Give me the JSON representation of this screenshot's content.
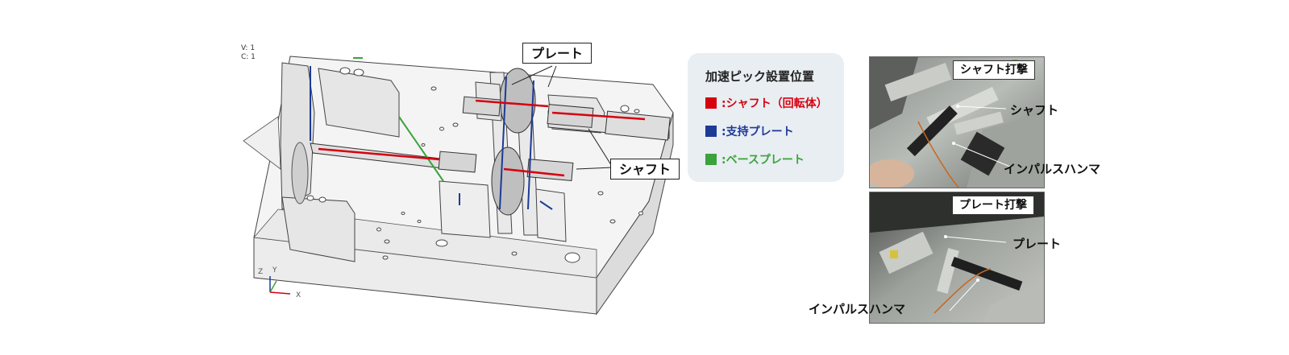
{
  "viewer": {
    "v_label": "V: 1",
    "c_label": "C: 1"
  },
  "axes": {
    "z": "Z",
    "y": "Y",
    "x": "X"
  },
  "callouts": {
    "plate": "プレート",
    "shaft": "シャフト"
  },
  "legend": {
    "title": "加速ピック設置位置",
    "items": [
      {
        "label": ":シャフト（回転体）",
        "color": "#d7000f"
      },
      {
        "label": ":支持プレート",
        "color": "#1d3a96"
      },
      {
        "label": ":ベースプレート",
        "color": "#3aa33a"
      }
    ]
  },
  "photo_top": {
    "title": "シャフト打撃",
    "label_shaft": "シャフト",
    "label_hammer": "インパルスハンマ"
  },
  "photo_bottom": {
    "title": "プレート打撃",
    "label_plate": "プレート",
    "label_hammer": "インパルスハンマ"
  }
}
